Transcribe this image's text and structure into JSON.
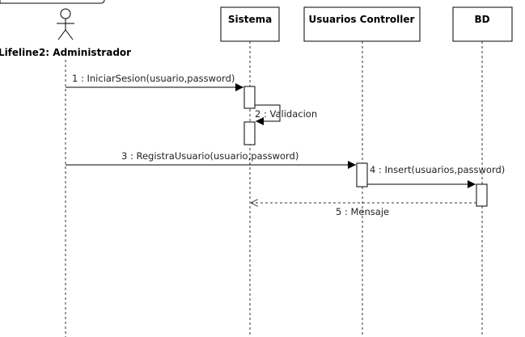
{
  "diagram": {
    "actor": {
      "label": "Lifeline2: Administrador",
      "icon": "stick-figure-icon"
    },
    "lifelines": [
      {
        "id": "sistema",
        "label": "Sistema"
      },
      {
        "id": "usuarios-controller",
        "label": "Usuarios Controller"
      },
      {
        "id": "bd",
        "label": "BD"
      }
    ],
    "messages": [
      {
        "label": "1 : IniciarSesion(usuario,password)",
        "from": "actor",
        "to": "sistema",
        "kind": "sync"
      },
      {
        "label": "2 : Validacion",
        "from": "sistema",
        "to": "sistema",
        "kind": "self"
      },
      {
        "label": "3 : RegistraUsuario(usuario,password)",
        "from": "actor",
        "to": "usuarios-controller",
        "kind": "sync"
      },
      {
        "label": "4 : Insert(usuarios,password)",
        "from": "usuarios-controller",
        "to": "bd",
        "kind": "sync"
      },
      {
        "label": "5 : Mensaje",
        "from": "bd",
        "to": "sistema",
        "kind": "reply"
      }
    ],
    "colors": {
      "stroke": "#000000",
      "lifeline": "#333333",
      "background": "#ffffff"
    }
  }
}
